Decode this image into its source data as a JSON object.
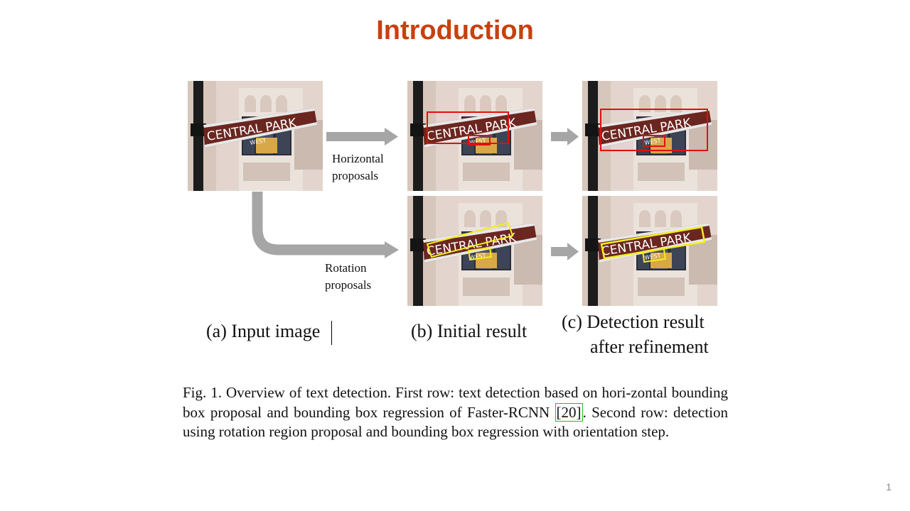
{
  "slide": {
    "title": "Introduction",
    "page_number": "1"
  },
  "figure": {
    "sign_text": "CENTRAL PARK",
    "sign_subtext": "WEST",
    "row_labels": {
      "horizontal_line1": "Horizontal",
      "horizontal_line2": "proposals",
      "rotation_line1": "Rotation",
      "rotation_line2": "proposals"
    },
    "subcaptions": {
      "a": "(a) Input image",
      "b": "(b) Initial result",
      "c_line1": "(c) Detection result",
      "c_line2": "after refinement"
    },
    "box_colors": {
      "horizontal": "#e01010",
      "rotation": "#f2ee1a"
    }
  },
  "caption": {
    "prefix": "Fig. 1.  Overview of text detection. First row: text detection based on hori-zontal bounding box proposal and bounding box regression of Faster-RCNN",
    "citation": "[20]",
    "suffix": ". Second row: detection using rotation region proposal and bounding box regression with orientation step."
  }
}
